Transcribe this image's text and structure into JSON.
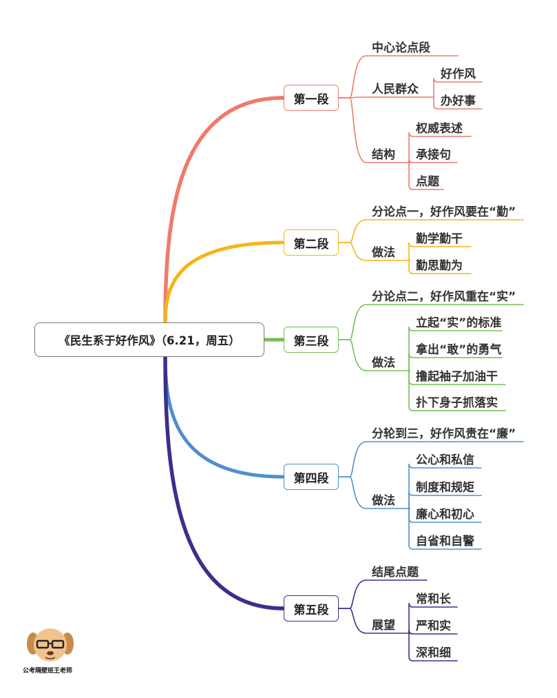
{
  "root": "《民生系于好作风》（6.21，周五）",
  "watermark": "公考隔壁班王老师",
  "colors": {
    "s1": "#f07a6a",
    "s2": "#f5b417",
    "s3": "#73bf55",
    "s4": "#4f8fd0",
    "s5": "#3b2f8a"
  },
  "sections": [
    {
      "label": "第一段",
      "children": [
        {
          "label": "中心论点段",
          "children": []
        },
        {
          "label": "人民群众",
          "children": [
            "好作风",
            "办好事"
          ]
        },
        {
          "label": "结构",
          "children": [
            "权威表述",
            "承接句",
            "点题"
          ]
        }
      ]
    },
    {
      "label": "第二段",
      "children": [
        {
          "label": "分论点一，好作风要在“勤”",
          "children": []
        },
        {
          "label": "做法",
          "children": [
            "勤学勤干",
            "勤思勤为"
          ]
        }
      ]
    },
    {
      "label": "第三段",
      "children": [
        {
          "label": "分论点二，好作风重在“实”",
          "children": []
        },
        {
          "label": "做法",
          "children": [
            "立起“实”的标准",
            "拿出“敢”的勇气",
            "撸起袖子加油干",
            "扑下身子抓落实"
          ]
        }
      ]
    },
    {
      "label": "第四段",
      "children": [
        {
          "label": "分轮到三，好作风贵在“廉”",
          "children": []
        },
        {
          "label": "做法",
          "children": [
            "公心和私信",
            "制度和规矩",
            "廉心和初心",
            "自省和自警"
          ]
        }
      ]
    },
    {
      "label": "第五段",
      "children": [
        {
          "label": "结尾点题",
          "children": []
        },
        {
          "label": "展望",
          "children": [
            "常和长",
            "严和实",
            "深和细"
          ]
        }
      ]
    }
  ]
}
